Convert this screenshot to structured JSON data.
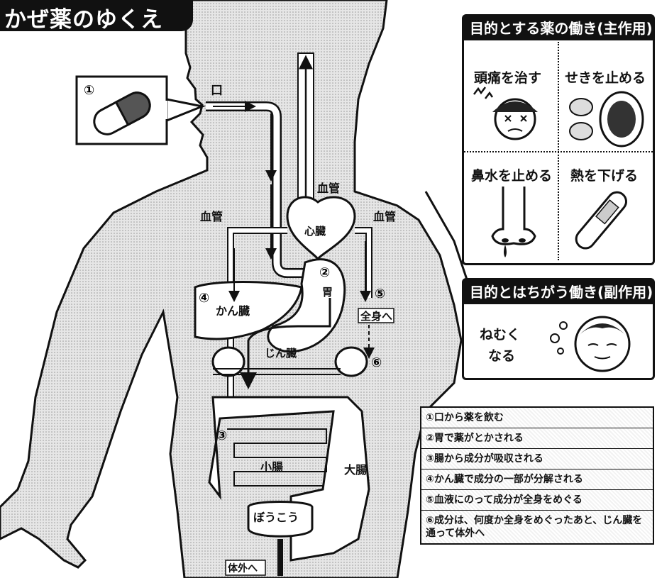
{
  "title": "かぜ薬のゆくえ",
  "body_labels": {
    "mouth": "口",
    "blood_vessel_top": "血管",
    "blood_vessel_left": "血管",
    "blood_vessel_right": "血管",
    "heart": "心臓",
    "stomach": "胃",
    "liver": "かん臓",
    "kidney": "じん臓",
    "small_intestine": "小腸",
    "large_intestine": "大腸",
    "bladder": "ぼうこう",
    "whole_body": "全身へ",
    "outside": "体外へ"
  },
  "step_markers": [
    "①",
    "②",
    "③",
    "④",
    "⑤",
    "⑥"
  ],
  "main_effects": {
    "heading": "目的とする薬の働き(主作用)",
    "items": [
      "頭痛を治す",
      "せきを止める",
      "鼻水を止める",
      "熱を下げる"
    ]
  },
  "side_effects": {
    "heading": "目的とはちがう働き(副作用)",
    "items": [
      "ねむく",
      "なる"
    ]
  },
  "steps": [
    "①口から薬を飲む",
    "②胃で薬がとかされる",
    "③腸から成分が吸収される",
    "④かん臓で成分の一部が分解される",
    "⑤血液にのって成分が全身をめぐる",
    "⑥成分は、何度か全身をめぐったあと、じん臓を通って体外へ"
  ],
  "colors": {
    "ink": "#111111",
    "body_fill": "#d9d9d9",
    "paper": "#ffffff"
  }
}
